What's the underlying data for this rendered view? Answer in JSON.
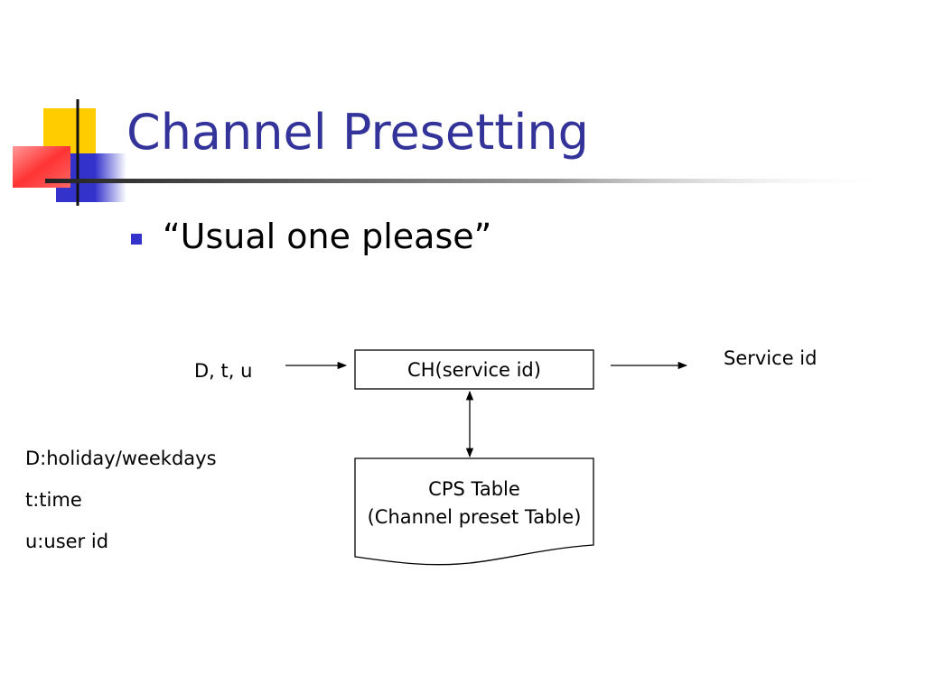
{
  "slide": {
    "title": "Channel Presetting",
    "bullet": "“Usual one please”",
    "accent_color": "#33339A",
    "bullet_color": "#3333CC"
  },
  "diagram": {
    "input_label": "D, t, u",
    "process_label": "CH(service id)",
    "output_label": "Service id",
    "table_line1": "CPS Table",
    "table_line2": "(Channel preset Table)",
    "legend": [
      "D:holiday/weekdays",
      "t:time",
      "u:user id"
    ]
  }
}
